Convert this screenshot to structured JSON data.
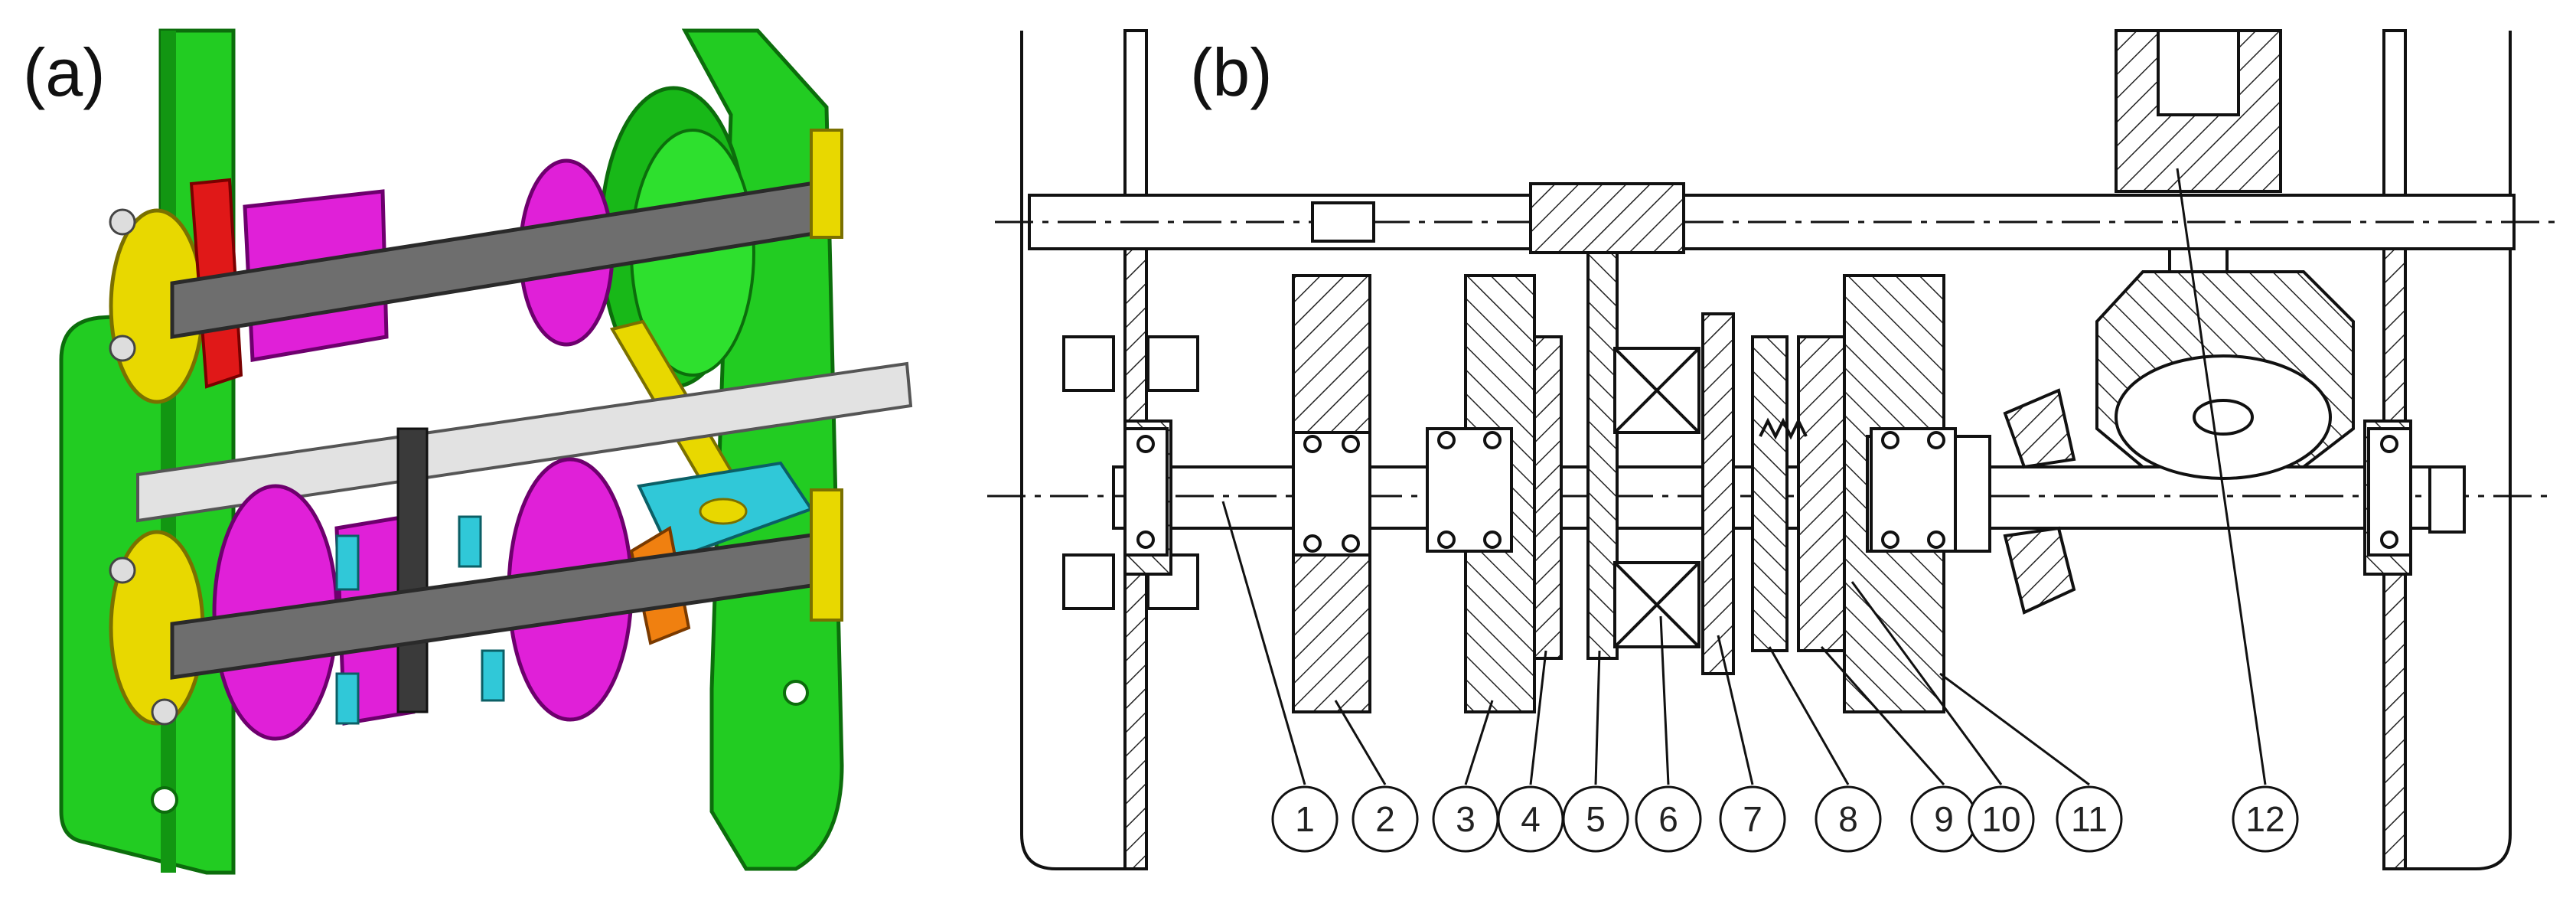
{
  "panels": {
    "a": {
      "label": "(a)"
    },
    "b": {
      "label": "(b)"
    }
  },
  "callouts": [
    "1",
    "2",
    "3",
    "4",
    "5",
    "6",
    "7",
    "8",
    "9",
    "10",
    "11",
    "12"
  ],
  "colors": {
    "frame_green": "#22cc22",
    "shaft_gray": "#6e6e6e",
    "shaft_light": "#dcdcdc",
    "bearing_yellow": "#e8d800",
    "hub_magenta": "#e020d8",
    "spacer_cyan": "#30c8d8",
    "clutch_red": "#e01818",
    "gear_orange": "#f08010",
    "line_black": "#111111"
  }
}
